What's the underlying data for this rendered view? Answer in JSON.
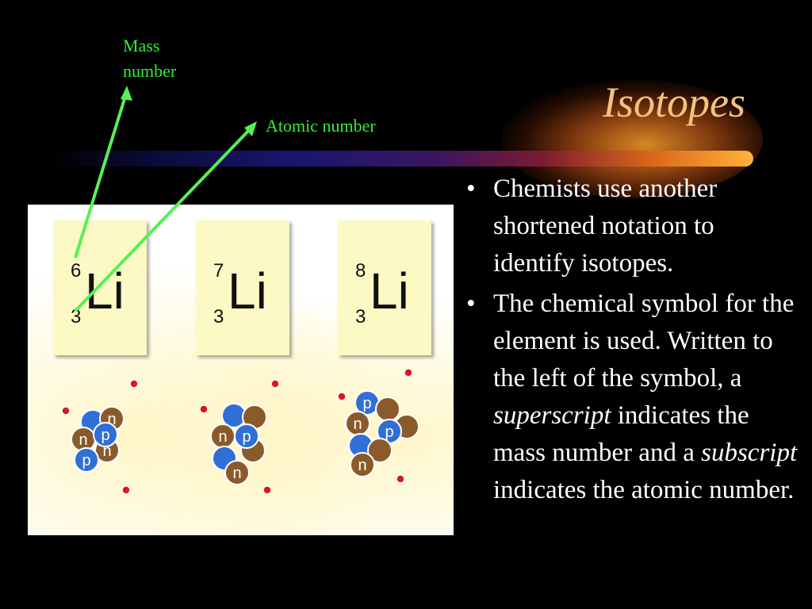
{
  "slide": {
    "title": "Isotopes",
    "annotations": {
      "mass_number_line1": "Mass",
      "mass_number_line2": "number",
      "atomic_number": "Atomic number"
    },
    "cards": [
      {
        "mass": "6",
        "atomic": "3",
        "symbol": "Li"
      },
      {
        "mass": "7",
        "atomic": "3",
        "symbol": "Li"
      },
      {
        "mass": "8",
        "atomic": "3",
        "symbol": "Li"
      }
    ],
    "particles": {
      "neutron": "n",
      "proton": "p"
    },
    "bullets": {
      "b1": "Chemists use another shortened notation to identify isotopes.",
      "b2_part1": "The chemical symbol for the element is used.  Written to the left of the symbol, a ",
      "b2_italic1": "superscript",
      "b2_part2": " indicates the mass number and a ",
      "b2_italic2": "subscript",
      "b2_part3": " indicates the atomic number.",
      "bullet_char": "•"
    },
    "colors": {
      "title": "#f3c27f",
      "annotation": "#33ee33",
      "card": "#fdf9c4",
      "proton": "#2f6fd6",
      "neutron": "#8b5a2b",
      "electron": "#e0141e"
    }
  }
}
